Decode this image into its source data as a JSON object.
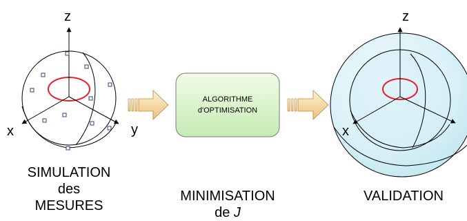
{
  "panels": [
    {
      "axes": {
        "z": "z",
        "x": "x",
        "y": "y"
      },
      "caption": [
        "SIMULATION",
        "des",
        "MESURES"
      ]
    },
    {
      "box_lines": [
        "ALGORITHME",
        "d'OPTIMISATION"
      ],
      "caption_line1": "MINIMISATION",
      "caption_line2_prefix": "de ",
      "caption_line2_var": "J"
    },
    {
      "axes": {
        "z": "z",
        "x": "x"
      },
      "caption": [
        "VALIDATION"
      ]
    }
  ],
  "colors": {
    "ellipse": "#e8202a",
    "box_fill_top": "#f2fbe8",
    "box_fill_bottom": "#c4ecb4",
    "arrow_fill": "#f6d9a4",
    "sphere_fill": "#d2eef6"
  }
}
